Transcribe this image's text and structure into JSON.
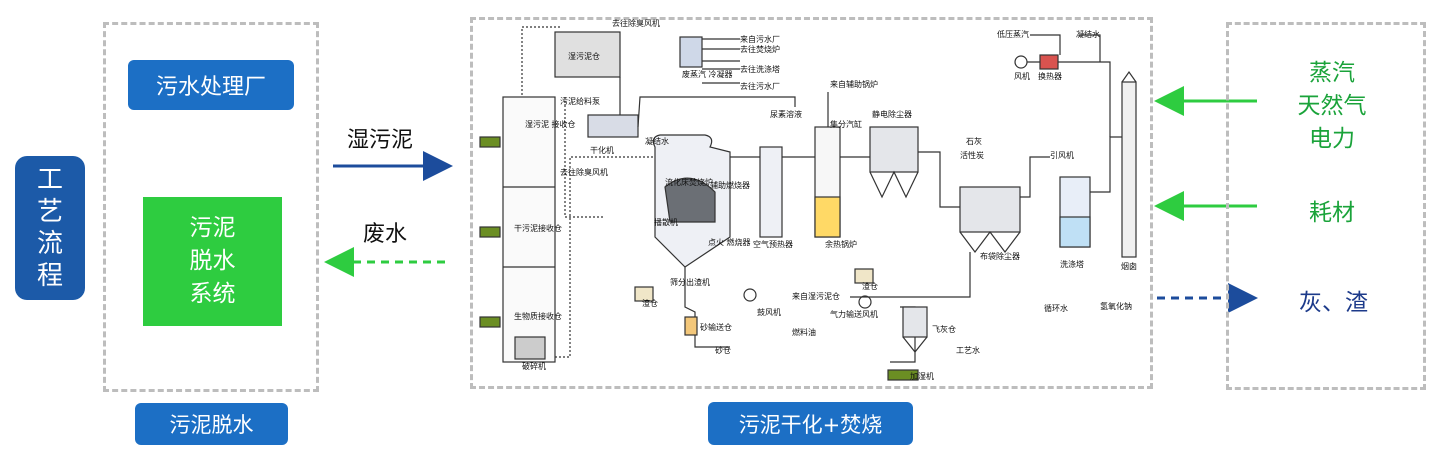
{
  "left": {
    "process_label": [
      "工",
      "艺",
      "流",
      "程"
    ],
    "plant_label": "污水处理厂",
    "dewater_box": [
      "污泥",
      "脱水",
      "系统"
    ],
    "section_label": "污泥脱水"
  },
  "arrows": {
    "wet_sludge": "湿污泥",
    "waste_water": "废水"
  },
  "center": {
    "section_label": "污泥干化+焚烧",
    "labels": {
      "to_odor_top": "去往除臭风机",
      "wet_storage": "湿污泥仓",
      "from_wwtp": "来自污水厂",
      "waste_steam_condenser": "废蒸汽\n冷凝器",
      "to_incinerator": "去往焚烧炉",
      "to_wash_tower": "去往洗涤塔",
      "to_wwtp": "去往污水厂",
      "sludge_feed_pump": "污泥给料泵",
      "wet_receive": "湿污泥\n接收仓",
      "dryer": "干化机",
      "condensate": "凝结水",
      "urea": "尿素溶液",
      "from_aux_boiler": "来自辅助锅炉",
      "steam_drum": "集分汽缸",
      "esp": "静电除尘器",
      "low_steam": "低压蒸汽",
      "condensate2": "凝结水",
      "fan": "风机",
      "heat_exchanger": "换热器",
      "lime": "石灰",
      "activated_carbon": "活性炭",
      "induced_fan": "引风机",
      "to_odor_mid": "去往除臭风机",
      "fluid_bed": "流化床焚烧炉",
      "aux_burner": "辅助燃烧器",
      "feed_machine": "播散机",
      "dry_receive": "干污泥接收仓",
      "ignition_burner": "点火\n燃烧器",
      "air_preheater": "空气预热器",
      "waste_boiler": "余热锅炉",
      "bag_filter": "布袋除尘器",
      "wash_tower": "洗涤塔",
      "chimney": "烟囱",
      "slag_bin": "渣仓",
      "sieve_slag": "筛分出渣机",
      "blower": "鼓风机",
      "from_wet_bin": "来自湿污泥仓",
      "slag_bin2": "渣仓",
      "pneumatic_fan": "气力输送风机",
      "circ_water": "循环水",
      "naoh": "氢氧化钠",
      "biomass_receive": "生物质接收仓",
      "sand_conveyor": "砂输送仓",
      "fuel_oil": "燃料油",
      "fly_ash": "飞灰仓",
      "process_water": "工艺水",
      "sand_bin": "砂仓",
      "humidifier": "加湿机",
      "crusher": "破碎机"
    }
  },
  "right": {
    "inputs": [
      "蒸汽",
      "天然气",
      "电力"
    ],
    "consumables": "耗材",
    "outputs": "灰、渣"
  },
  "colors": {
    "blue": "#1c6fc5",
    "navy": "#1c5aa8",
    "green": "#2ecc40",
    "green_text": "#1aa33a",
    "dash_gray": "#bdbdbd"
  }
}
